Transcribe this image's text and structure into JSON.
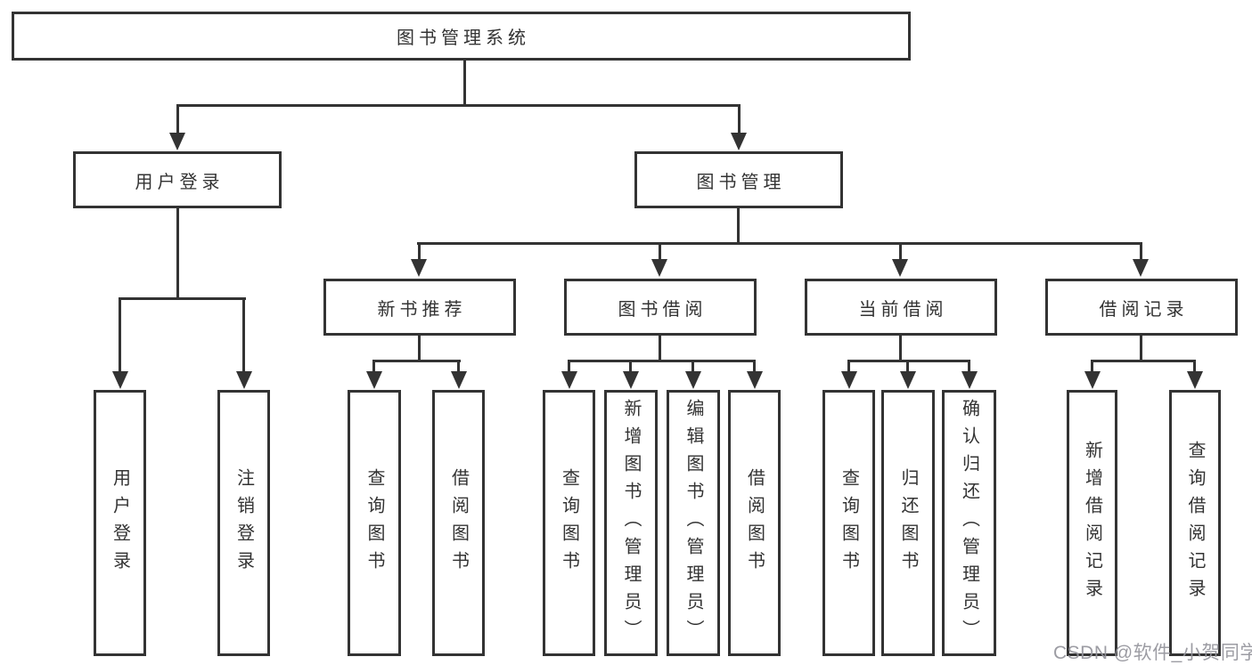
{
  "diagram_title": "图书管理系统",
  "tree": {
    "root": {
      "label": "图书管理系统"
    },
    "user_login": {
      "label": "用户登录",
      "children": [
        {
          "label": "用户登录"
        },
        {
          "label": "注销登录"
        }
      ]
    },
    "book_management": {
      "label": "图书管理",
      "sections": [
        {
          "label": "新书推荐",
          "children": [
            {
              "label": "查询图书"
            },
            {
              "label": "借阅图书"
            }
          ]
        },
        {
          "label": "图书借阅",
          "children": [
            {
              "label": "查询图书"
            },
            {
              "label": "新增图书（管理员）"
            },
            {
              "label": "编辑图书（管理员）"
            },
            {
              "label": "借阅图书"
            }
          ]
        },
        {
          "label": "当前借阅",
          "children": [
            {
              "label": "查询图书"
            },
            {
              "label": "归还图书"
            },
            {
              "label": "确认归还（管理员）"
            }
          ]
        },
        {
          "label": "借阅记录",
          "children": [
            {
              "label": "新增借阅记录"
            },
            {
              "label": "查询借阅记录"
            }
          ]
        }
      ]
    }
  },
  "watermark": {
    "text": "CSDN @软件_小贺同学"
  },
  "colors": {
    "line": "#333333",
    "text": "#333333",
    "background": "#ffffff",
    "watermark": "#94949b"
  }
}
